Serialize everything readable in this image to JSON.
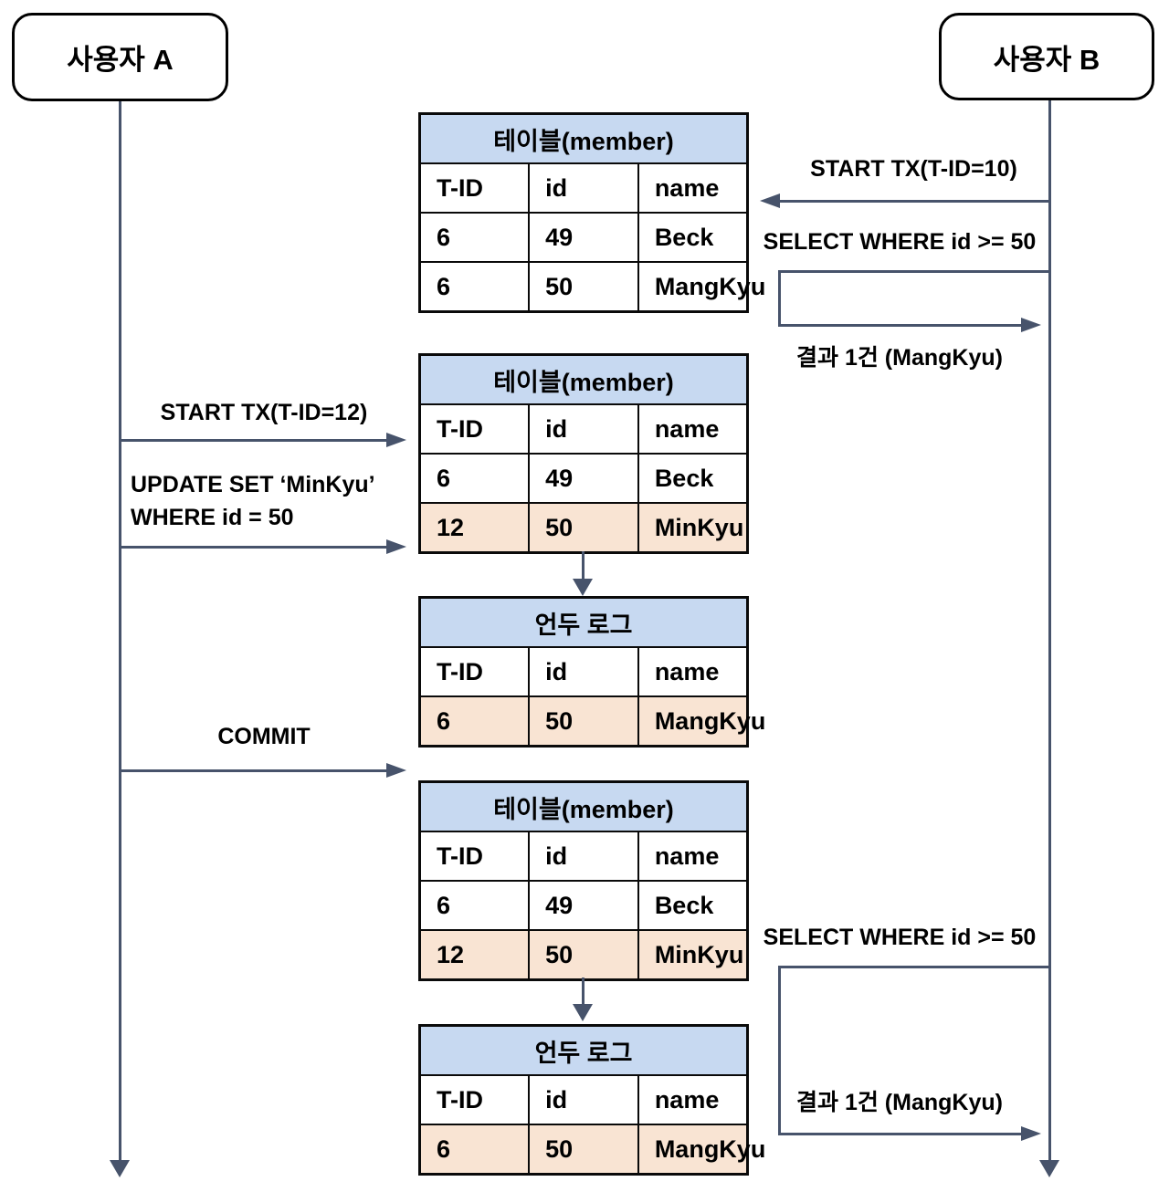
{
  "colors": {
    "headerBlue": "#c7d9f1",
    "rowPeach": "#f9e4d3",
    "line": "#47536b",
    "ink": "#000000"
  },
  "actors": {
    "a": "사용자 A",
    "b": "사용자 B"
  },
  "tables": {
    "member1": {
      "title": "테이블(member)",
      "cols": [
        "T-ID",
        "id",
        "name"
      ],
      "rows": [
        {
          "cells": [
            "6",
            "49",
            "Beck"
          ],
          "highlight": false
        },
        {
          "cells": [
            "6",
            "50",
            "MangKyu"
          ],
          "highlight": false
        }
      ]
    },
    "member2": {
      "title": "테이블(member)",
      "cols": [
        "T-ID",
        "id",
        "name"
      ],
      "rows": [
        {
          "cells": [
            "6",
            "49",
            "Beck"
          ],
          "highlight": false
        },
        {
          "cells": [
            "12",
            "50",
            "MinKyu"
          ],
          "highlight": true
        }
      ]
    },
    "undo1": {
      "title": "언두 로그",
      "cols": [
        "T-ID",
        "id",
        "name"
      ],
      "rows": [
        {
          "cells": [
            "6",
            "50",
            "MangKyu"
          ],
          "highlight": true
        }
      ]
    },
    "member3": {
      "title": "테이블(member)",
      "cols": [
        "T-ID",
        "id",
        "name"
      ],
      "rows": [
        {
          "cells": [
            "6",
            "49",
            "Beck"
          ],
          "highlight": false
        },
        {
          "cells": [
            "12",
            "50",
            "MinKyu"
          ],
          "highlight": true
        }
      ]
    },
    "undo2": {
      "title": "언두 로그",
      "cols": [
        "T-ID",
        "id",
        "name"
      ],
      "rows": [
        {
          "cells": [
            "6",
            "50",
            "MangKyu"
          ],
          "highlight": true
        }
      ]
    }
  },
  "messages": {
    "start_tx_b": "START TX(T-ID=10)",
    "select_1": "SELECT WHERE id >= 50",
    "result_1": "결과 1건 (MangKyu)",
    "start_tx_a": "START TX(T-ID=12)",
    "update_1": "UPDATE SET ‘MinKyu’",
    "update_2": "WHERE id = 50",
    "commit": "COMMIT",
    "select_2": "SELECT WHERE id >= 50",
    "result_2": "결과 1건 (MangKyu)"
  }
}
